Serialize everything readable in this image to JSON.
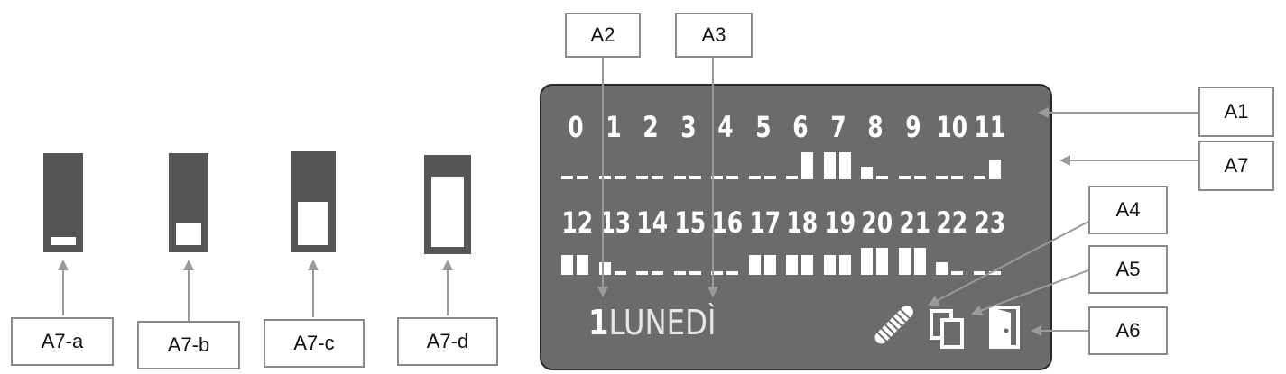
{
  "figure_label": "",
  "labels": {
    "a1": "A1",
    "a2": "A2",
    "a3": "A3",
    "a4": "A4",
    "a5": "A5",
    "a6": "A6",
    "a7": "A7",
    "a7a": "A7-a",
    "a7b": "A7-b",
    "a7c": "A7-c",
    "a7d": "A7-d"
  },
  "display": {
    "row1_hours": [
      "0",
      "1",
      "2",
      "3",
      "4",
      "5",
      "6",
      "7",
      "8",
      "9",
      "10",
      "11"
    ],
    "row2_hours": [
      "12",
      "13",
      "14",
      "15",
      "16",
      "17",
      "18",
      "19",
      "20",
      "21",
      "22",
      "23"
    ],
    "row1_levels": [
      0,
      0,
      0,
      0,
      0,
      0,
      [
        0,
        3
      ],
      [
        3,
        3
      ],
      [
        1,
        0
      ],
      0,
      0,
      [
        0,
        2
      ]
    ],
    "row2_levels": [
      [
        2,
        2
      ],
      [
        1,
        0
      ],
      0,
      0,
      0,
      [
        2,
        2
      ],
      [
        2,
        2
      ],
      [
        2,
        2
      ],
      [
        3,
        3
      ],
      [
        3,
        3
      ],
      [
        1,
        0
      ],
      0
    ],
    "day_number": "1",
    "day_name": "LUNEDÌ",
    "icons": [
      "wire-icon",
      "copy-icon",
      "door-icon"
    ]
  },
  "level_icons": [
    {
      "name": "A7-a",
      "fill_fraction": 0.1
    },
    {
      "name": "A7-b",
      "fill_fraction": 0.25
    },
    {
      "name": "A7-c",
      "fill_fraction": 0.5
    },
    {
      "name": "A7-d",
      "fill_fraction": 1.0
    }
  ],
  "colors": {
    "lcd_bg": "#6b6b6b",
    "lcd_fg": "#ffffff",
    "line": "#9a9a9a"
  }
}
